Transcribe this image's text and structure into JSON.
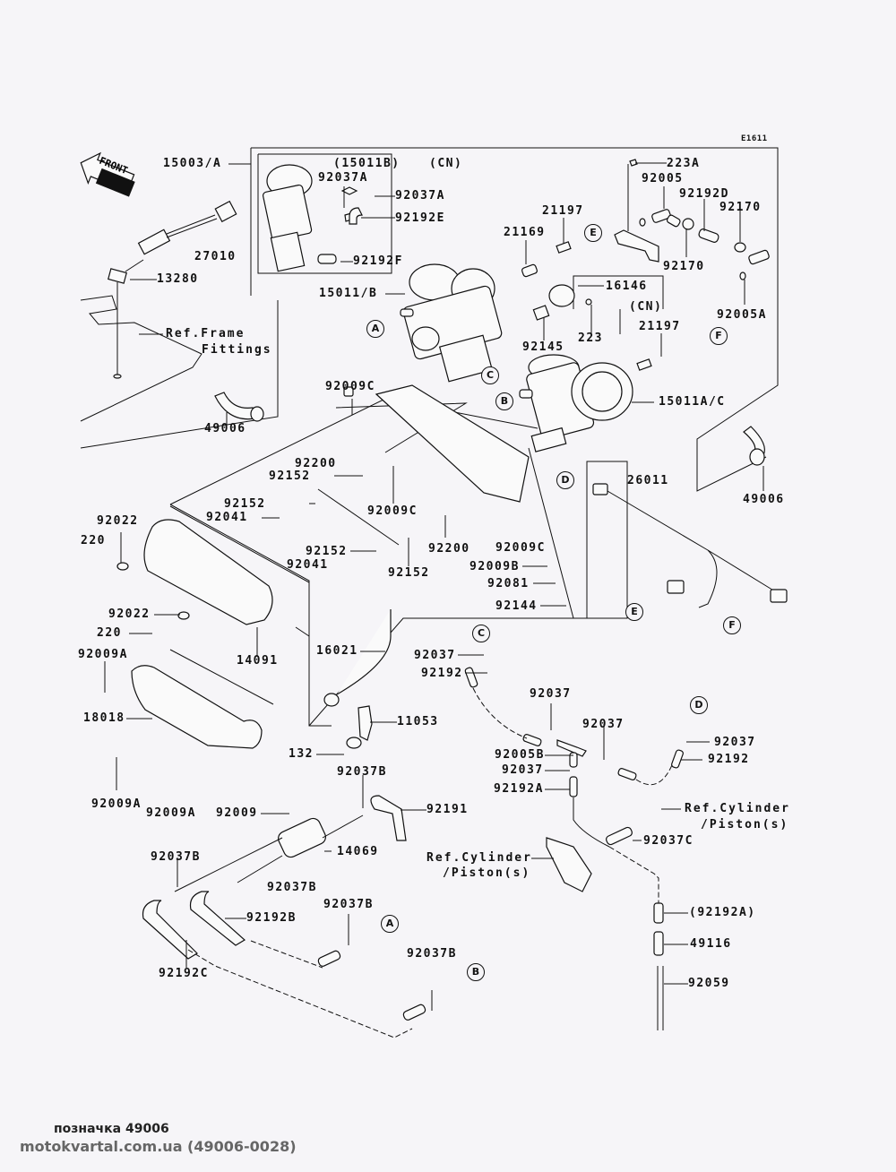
{
  "diagram": {
    "title_code": "E1611",
    "front_arrow_label": "FRONT",
    "labels": {
      "p15003A": "15003/A",
      "p15011B_paren": "(15011B)",
      "cn1": "(CN)",
      "p92037A_1": "92037A",
      "p92037A_2": "92037A",
      "p92192E": "92192E",
      "p92192F": "92192F",
      "p27010": "27010",
      "p13280": "13280",
      "p15011B": "15011/B",
      "ref_frame_1": "Ref.Frame",
      "ref_frame_2": "Fittings",
      "p49006_left": "49006",
      "p223A": "223A",
      "p92005": "92005",
      "p92192D": "92192D",
      "p92170_a": "92170",
      "p92170_b": "92170",
      "p21197_a": "21197",
      "p21169": "21169",
      "p16146": "16146",
      "cn2": "(CN)",
      "p92005A": "92005A",
      "p92145": "92145",
      "p223": "223",
      "p21197_b": "21197",
      "p15011AC": "15011A/C",
      "p49006_right": "49006",
      "p92009C_a": "92009C",
      "p92200_a": "92200",
      "p92152_a": "92152",
      "p92152_b": "92152",
      "p92041_a": "92041",
      "p92009C_b": "92009C",
      "p92022_a": "92022",
      "p220_a": "220",
      "p92152_c": "92152",
      "p92041_b": "92041",
      "p92152_d": "92152",
      "p92200_b": "92200",
      "p92009C_c": "92009C",
      "p92009B": "92009B",
      "p92081": "92081",
      "p92144": "92144",
      "p26011": "26011",
      "p92022_b": "92022",
      "p220_b": "220",
      "p14091": "14091",
      "p92009A_a": "92009A",
      "p16021": "16021",
      "p92037_a": "92037",
      "p92192_a": "92192",
      "p18018": "18018",
      "p11053": "11053",
      "p92037_b": "92037",
      "p92037_c": "92037",
      "p92037_d": "92037",
      "p92192_b": "92192",
      "p132": "132",
      "p92005B": "92005B",
      "p92037_e": "92037",
      "p92192A": "92192A",
      "p92037B_a": "92037B",
      "p92009A_b": "92009A",
      "p92009A_c": "92009A",
      "p92009": "92009",
      "p92191": "92191",
      "ref_cyl_1a": "Ref.Cylinder",
      "ref_cyl_1b": "/Piston(s)",
      "p14069": "14069",
      "p92037C": "92037C",
      "ref_cyl_2a": "Ref.Cylinder",
      "ref_cyl_2b": "/Piston(s)",
      "p92037B_b": "92037B",
      "p92037B_c": "92037B",
      "p92192B": "92192B",
      "p92037B_d": "92037B",
      "p92192A_paren": "(92192A)",
      "p49116": "49116",
      "p92192C": "92192C",
      "p92037B_e": "92037B",
      "p92059": "92059"
    },
    "connectors": {
      "A1": "A",
      "A2": "A",
      "B1": "B",
      "B2": "B",
      "C1": "C",
      "C2": "C",
      "D1": "D",
      "D2": "D",
      "E1": "E",
      "E2": "E",
      "F1": "F",
      "F2": "F"
    }
  },
  "footer": {
    "caption": "позначка 49006",
    "source": "motokvartal.com.ua (49006-0028)"
  }
}
